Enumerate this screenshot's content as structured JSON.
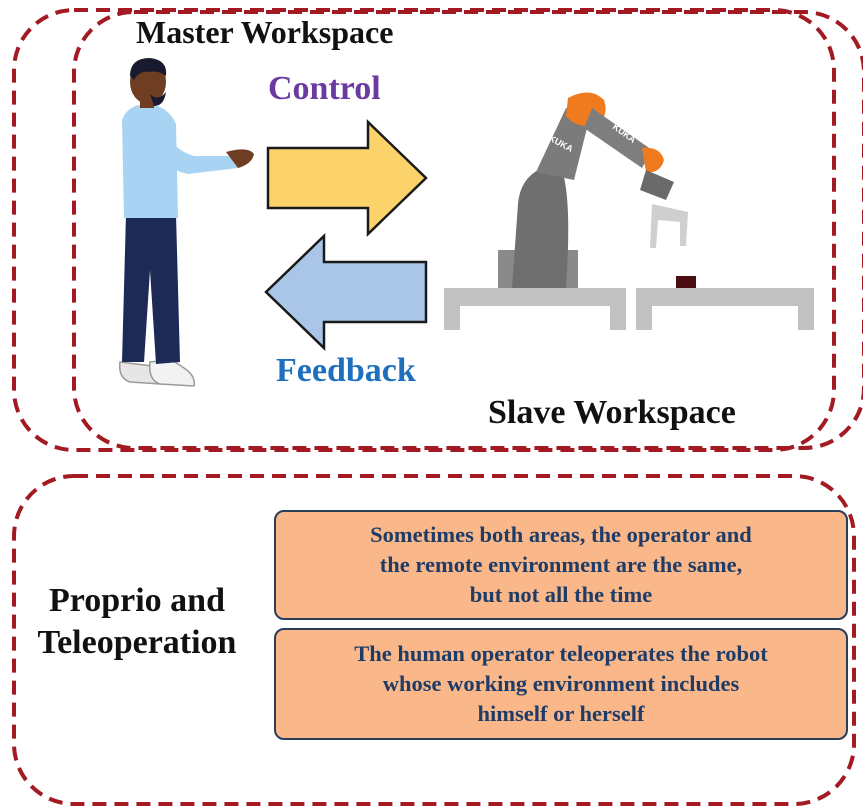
{
  "master_workspace": {
    "title": "Master Workspace"
  },
  "slave_workspace": {
    "title": "Slave Workspace"
  },
  "arrows": {
    "control_label": "Control",
    "feedback_label": "Feedback"
  },
  "robot": {
    "brand_marks": [
      "KUKA",
      "KUKA"
    ]
  },
  "bottom_panel": {
    "title_lines": [
      "Proprio and",
      "Teleoperation"
    ],
    "notes": [
      {
        "lines": [
          "Sometimes both areas, the operator and",
          "the remote environment are the same,",
          "but not all the time"
        ]
      },
      {
        "lines": [
          "The human operator teleoperates the robot",
          "whose working environment includes",
          "himself or herself"
        ]
      }
    ]
  },
  "colors": {
    "dashed_border": "#a31a22",
    "control_arrow": "#fcd36b",
    "feedback_arrow": "#a9c6e8",
    "note_fill": "#f9b78a",
    "control_text": "#6a3aa0",
    "feedback_text": "#1f6fbf",
    "robot_accent": "#f07a1e"
  }
}
